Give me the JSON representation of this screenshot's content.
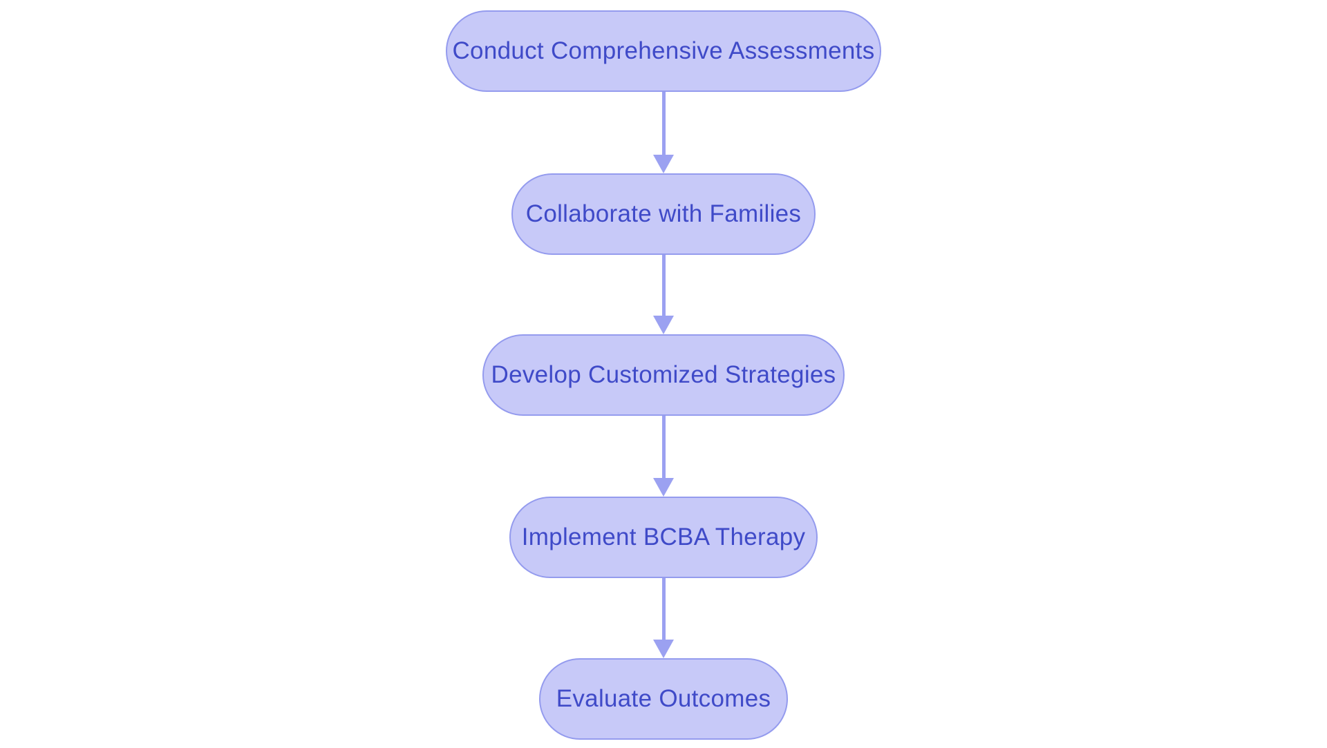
{
  "diagram": {
    "type": "flowchart",
    "direction": "top-down",
    "nodes": [
      {
        "label": "Conduct Comprehensive Assessments"
      },
      {
        "label": "Collaborate with Families"
      },
      {
        "label": "Develop Customized Strategies"
      },
      {
        "label": "Implement BCBA Therapy"
      },
      {
        "label": "Evaluate Outcomes"
      }
    ],
    "edges": [
      {
        "from": 0,
        "to": 1
      },
      {
        "from": 1,
        "to": 2
      },
      {
        "from": 2,
        "to": 3
      },
      {
        "from": 3,
        "to": 4
      }
    ],
    "colors": {
      "background": "#ffffff",
      "node_fill": "#c7c9f8",
      "node_border": "#949bee",
      "node_text": "#3f4ac8",
      "arrow": "#9ba1f1"
    }
  }
}
